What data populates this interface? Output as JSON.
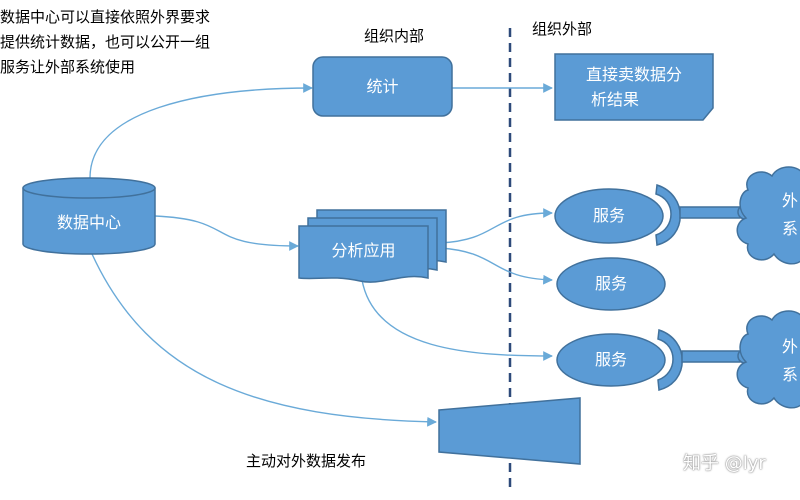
{
  "description_lines": [
    "数据中心可以直接依照外界要求",
    "提供统计数据，也可以公开一组",
    "服务让外部系统使用"
  ],
  "headers": {
    "inside": "组织内部",
    "outside": "组织外部"
  },
  "nodes": {
    "data_center": "数据中心",
    "statistics": "统计",
    "sell_results_line1": "直接卖数据分",
    "sell_results_line2": "析结果",
    "analysis_app": "分析应用",
    "service_1": "服务",
    "service_2": "服务",
    "service_3": "服务",
    "external_1_line1": "外",
    "external_1_line2": "系",
    "external_2_line1": "外",
    "external_2_line2": "系"
  },
  "publish_label": "主动对外数据发布",
  "watermark": "知乎 @lyr",
  "colors": {
    "fill": "#5b9bd5",
    "stroke": "#41719c",
    "connector": "#6aaad8",
    "divider": "#2e4a7a"
  }
}
